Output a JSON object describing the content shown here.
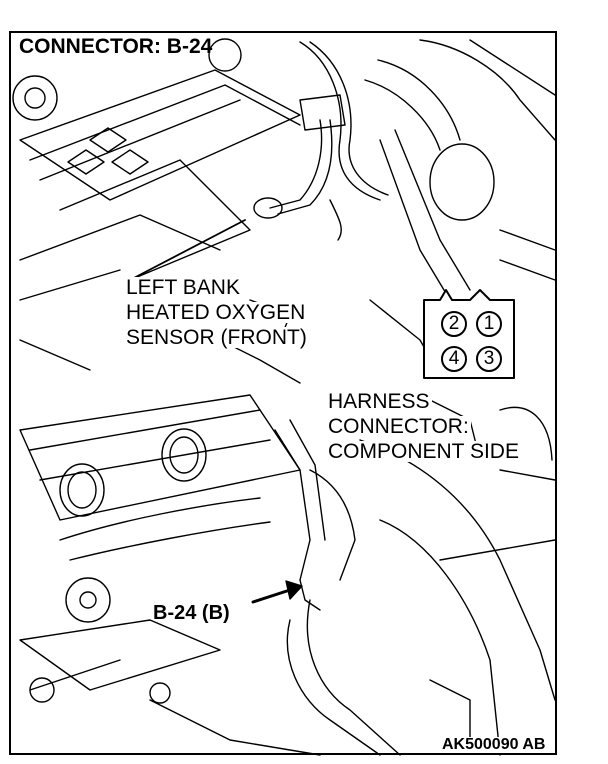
{
  "title": "CONNECTOR: B-24",
  "sensor_callout": [
    "LEFT BANK",
    "HEATED OXYGEN",
    "SENSOR (FRONT)"
  ],
  "harness_callout": [
    "HARNESS",
    "CONNECTOR:",
    "COMPONENT SIDE"
  ],
  "connector_pins": {
    "top_left": "2",
    "top_right": "1",
    "bottom_left": "4",
    "bottom_right": "3"
  },
  "connector_label": "B-24 (B)",
  "figure_code": "AK500090 AB"
}
